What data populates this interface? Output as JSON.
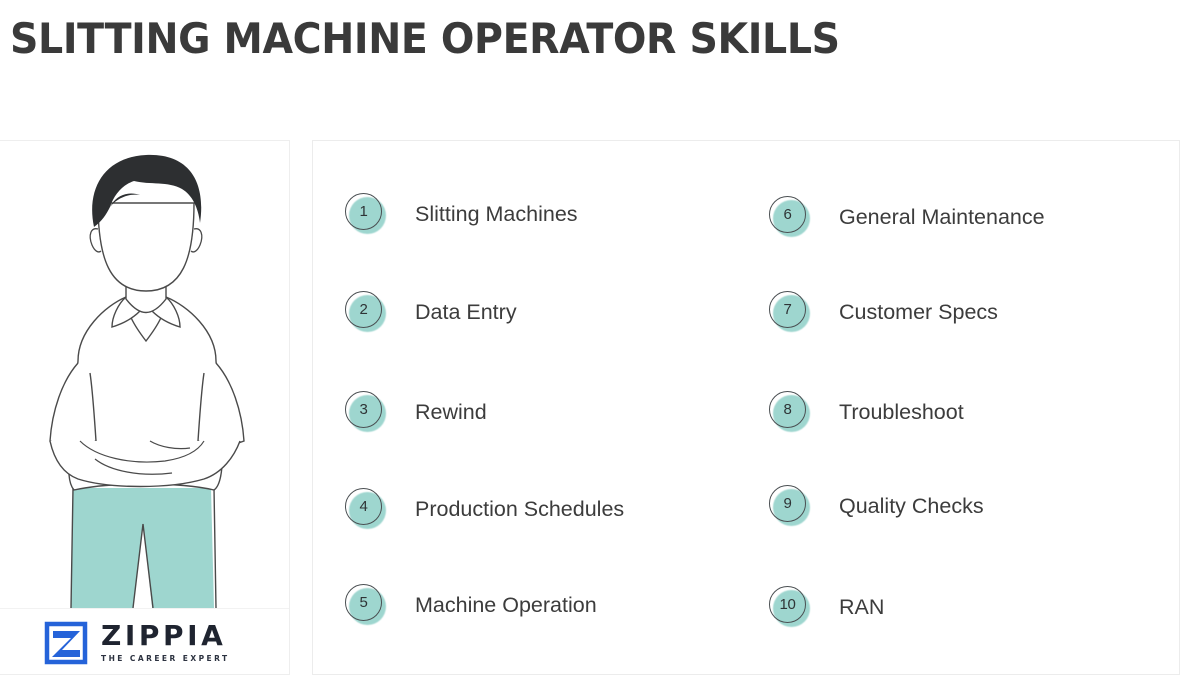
{
  "page": {
    "title": "SLITTING MACHINE OPERATOR SKILLS",
    "background_color": "#ffffff",
    "accent_color": "#9ed6cf",
    "text_color": "#3c3c3c"
  },
  "illustration": {
    "alt_name": "line-art-person-arms-crossed",
    "hair_color": "#2d2f31",
    "shirt_color": "#ffffff",
    "pants_color": "#9ed6cf",
    "outline_color": "#4a4a4a"
  },
  "logo": {
    "mark_name": "zippia-z-mark",
    "mark_color": "#2563d9",
    "name": "ZIPPIA",
    "tagline": "THE CAREER EXPERT"
  },
  "skills": {
    "columns": [
      {
        "items": [
          {
            "number": "1",
            "label": "Slitting Machines"
          },
          {
            "number": "2",
            "label": "Data Entry"
          },
          {
            "number": "3",
            "label": "Rewind"
          },
          {
            "number": "4",
            "label": "Production Schedules"
          },
          {
            "number": "5",
            "label": "Machine Operation"
          }
        ]
      },
      {
        "items": [
          {
            "number": "6",
            "label": "General Maintenance"
          },
          {
            "number": "7",
            "label": "Customer Specs"
          },
          {
            "number": "8",
            "label": "Troubleshoot"
          },
          {
            "number": "9",
            "label": "Quality Checks"
          },
          {
            "number": "10",
            "label": "RAN"
          }
        ]
      }
    ]
  }
}
